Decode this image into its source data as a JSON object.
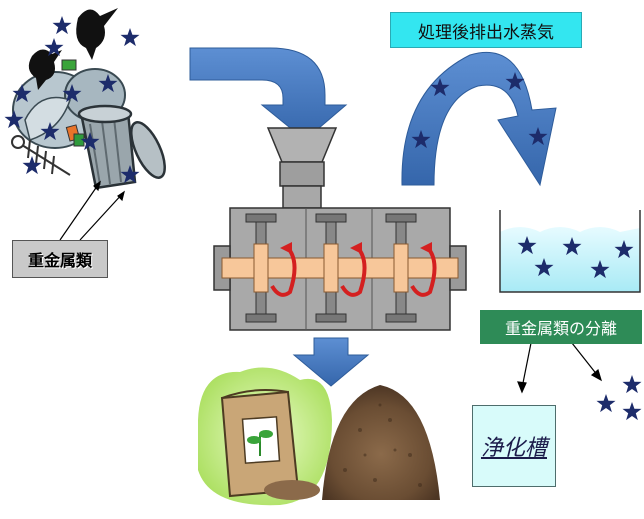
{
  "labels": {
    "steam": "処理後排出水蒸気",
    "heavy_metals": "重金属類",
    "separation": "重金属類の分離",
    "purification_tank": "浄化槽"
  },
  "colors": {
    "arrow_blue": "#4a7fc4",
    "star_navy": "#1d2c6b",
    "water_light": "#c8f4fb",
    "machine_gray": "#a9a9a9",
    "rotor_peach": "#f7c79a",
    "rotation_red": "#d42020",
    "steam_label_bg": "#33e6f0",
    "separation_label_bg": "#2e8b57",
    "bag_tan": "#c9a677",
    "compost_brown": "#7b5a3c"
  }
}
